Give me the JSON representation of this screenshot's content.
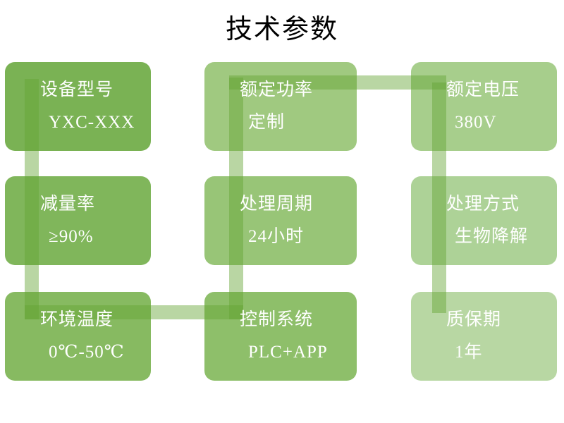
{
  "title": "技术参数",
  "connector": {
    "color": "rgba(100, 164, 52, 0.45)"
  },
  "boxes": [
    {
      "name": "device-model",
      "label": "设备型号",
      "value": "YXC-XXX",
      "color": "#7ab254"
    },
    {
      "name": "rated-power",
      "label": "额定功率",
      "value": "定制",
      "color": "#a0c980"
    },
    {
      "name": "rated-voltage",
      "label": "额定电压",
      "value": "380V",
      "color": "#a7ce8c"
    },
    {
      "name": "reduction-rate",
      "label": "减量率",
      "value": "≥90%",
      "color": "#80b65b"
    },
    {
      "name": "treatment-cycle",
      "label": "处理周期",
      "value": "24小时",
      "color": "#98c577"
    },
    {
      "name": "treatment-method",
      "label": "处理方式",
      "value": "生物降解",
      "color": "#add297"
    },
    {
      "name": "ambient-temperature",
      "label": "环境温度",
      "value": "0℃-50℃",
      "color": "#87ba61"
    },
    {
      "name": "control-system",
      "label": "控制系统",
      "value": "PLC+APP",
      "color": "#8ebf6a"
    },
    {
      "name": "warranty-period",
      "label": "质保期",
      "value": "1年",
      "color": "#b8d7a3"
    }
  ]
}
